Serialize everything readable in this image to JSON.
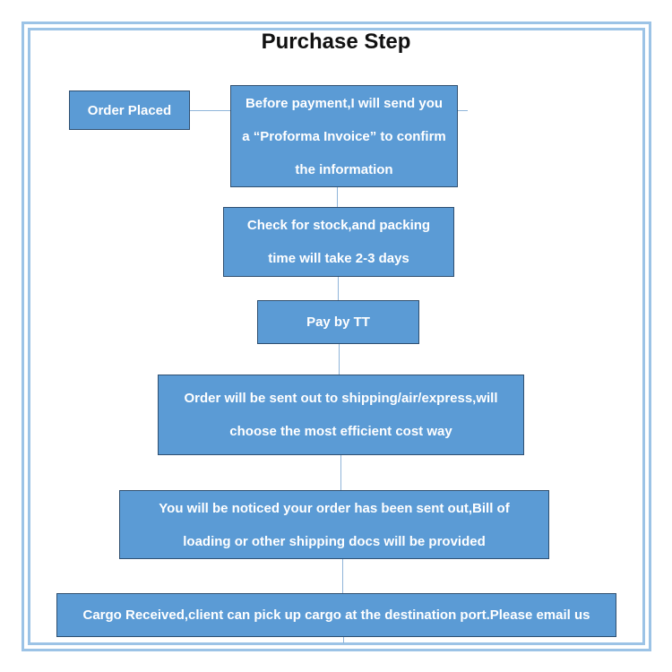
{
  "title": "Purchase Step",
  "steps": {
    "order_placed": "Order Placed",
    "before_payment": "Before payment,I will send you a “Proforma Invoice” to confirm the information",
    "check_stock": "Check for stock,and packing time will take 2-3 days",
    "pay": "Pay by TT",
    "order_sent": "Order will be sent out to shipping/air/express,will choose the most efficient cost way",
    "noticed": "You will be noticed your order has been sent out,Bill of loading or other shipping docs will be provided",
    "cargo_received": "Cargo Received,client can pick up cargo at the destination port.Please email us"
  },
  "lines_text": {
    "before_payment": [
      "Before payment,I will send you",
      "a “Proforma Invoice” to confirm",
      "the information"
    ],
    "check_stock": [
      "Check for stock,and packing",
      "time will take 2-3 days"
    ],
    "order_sent": [
      "Order will be sent out to shipping/air/express,will",
      "choose the most efficient cost way"
    ],
    "noticed": [
      "You will be noticed your order has been sent out,Bill of",
      "loading or other shipping docs will be provided"
    ]
  },
  "colors": {
    "box_fill": "#5b9bd5",
    "frame": "#9cc3e6",
    "connector": "#8fb4d9"
  }
}
